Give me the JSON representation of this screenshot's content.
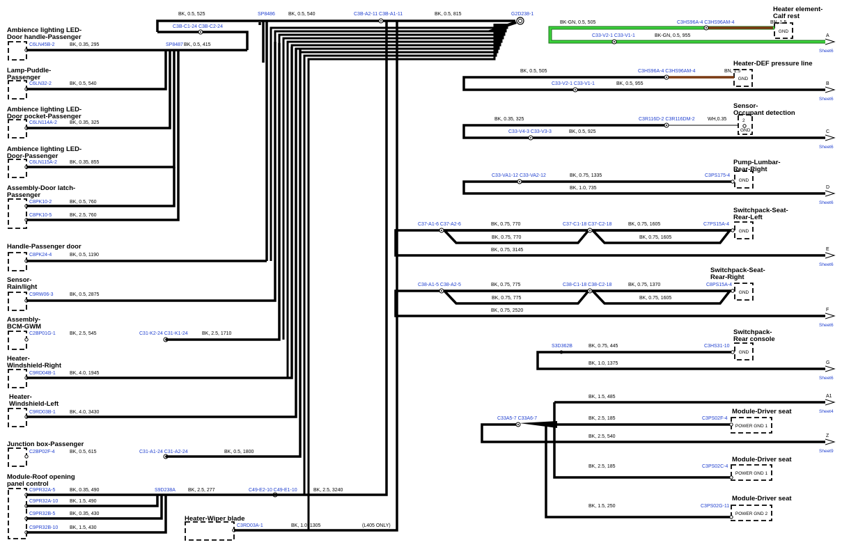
{
  "left_components": [
    {
      "name": "Ambience lighting LED-\nDoor handle-Passenger",
      "conn": "C6LN45B-2",
      "wire": "BK, 0.35, 295"
    },
    {
      "name": "Lamp-Puddle-\nPassenger",
      "conn": "C6LN32-2",
      "wire": "BK, 0.5, 540"
    },
    {
      "name": "Ambience lighting LED-\nDoor pocket-Passenger",
      "conn": "C6LN114A-2",
      "wire": "BK, 0.35, 325"
    },
    {
      "name": "Ambience lighting LED-\nDoor-Passenger",
      "conn": "C6LN115A-2",
      "wire": "BK, 0.35, 855"
    },
    {
      "name": "Assembly-Door latch-\nPassenger",
      "conn": "C8PK10-2",
      "wire": "BK, 0.5, 760",
      "conn2": "C8PK10-5",
      "wire2": "BK, 2.5, 760"
    },
    {
      "name": "Handle-Passenger door",
      "conn": "C8PK24-4",
      "wire": "BK, 0.5, 1190"
    },
    {
      "name": "Sensor-\nRain/light",
      "conn": "C9RW06-3",
      "wire": "BK, 0.5, 2875"
    },
    {
      "name": "Assembly-\nBCM-GWM",
      "conn": "C2BP01G-1",
      "wire": "BK, 2.5, 545",
      "mid_conn": "C31-K2-24  C31-K1-24",
      "wire_b": "BK, 2.5, 1710"
    },
    {
      "name": "Heater-\nWindshield-Right",
      "conn": "C9RD04B-1",
      "wire": "BK, 4.0, 1945"
    },
    {
      "name": "Heater-\nWindshield-Left",
      "conn": "C9RD03B-1",
      "wire": "BK, 4.0, 3430"
    },
    {
      "name": "Junction box-Passenger",
      "conn": "C2BP02F-4",
      "wire": "BK, 0.5, 615",
      "mid_conn": "C31-A1-24  C31-A2-24",
      "wire_b": "BK, 0.5, 1800"
    },
    {
      "name": "Module-Roof opening\npanel control",
      "pins": [
        {
          "conn": "C9PR32A-5",
          "wire": "BK, 0.35, 490"
        },
        {
          "conn": "C9PR32A-10",
          "wire": "BK, 1.5, 490"
        },
        {
          "conn": "C9PR32B-5",
          "wire": "BK, 0.35, 430"
        },
        {
          "conn": "C9PR32B-10",
          "wire": "BK, 1.5, 430"
        }
      ],
      "splice": "S9D238A",
      "wire_c": "BK, 2.5, 277",
      "mid_conn": "C49-E2-10  C49-E1-10",
      "wire_d": "BK, 2.5, 3240"
    },
    {
      "name": "Heater-Wiper blade",
      "conn": "C3RD03A-1",
      "wire": "BK, 1.0, 1305",
      "note": "(L405 ONLY)"
    }
  ],
  "top_bus": {
    "w1": "BK, 0.5, 525",
    "splice1": "SP8486",
    "w2": "BK, 0.5, 540",
    "conn_pair": "C3B-A2-11  C3B-A1-11",
    "w3": "BK, 0.5, 815",
    "ground": "G2D238-1",
    "conn_left": "C3B-C1-24  C3B-C2-24",
    "splice2": "SP8487",
    "w4": "BK, 0.5, 415"
  },
  "right_components": [
    {
      "name": "Heater element-\nCalf rest",
      "gnd": "GND",
      "w_top": "BK-GN, 0.5, 505",
      "conn_top": "C3HS96A-4  C3HS96AM-4",
      "w_brown": "BN, 1.5",
      "conn_bot": "C33-V2-1  C33-V1-1",
      "w_bot": "BK-GN, 0.5, 955",
      "ref": "A",
      "sheet": "Sheet6"
    },
    {
      "name": "Heater-DEF pressure line",
      "gnd": "GND",
      "w_top": "BK, 0.5, 505",
      "conn_top": "C3HS96A-4  C3HS96AM-4",
      "w_brown": "BN, 1.5",
      "conn_bot": "C33-V2-1  C33-V1-1",
      "w_bot": "BK, 0.5, 955",
      "ref": "B",
      "sheet": "Sheet6"
    },
    {
      "name": "Sensor-\nOccupant detection",
      "gnd": "GND",
      "pin": "2",
      "w_top": "BK, 0.35, 325",
      "conn_top": "C3R116D-2  C3R116DM-2",
      "w_extra": "WH,0.35",
      "conn_bot": "C33-V4-3  C33-V3-3",
      "w_bot": "BK, 0.5, 925",
      "ref": "C",
      "sheet": "Sheet6"
    },
    {
      "name": "Pump-Lumbar-\nRear-Right",
      "gnd": "GND",
      "conn_l": "C33-VA1-12  C33-VA2-12",
      "w_top": "BK, 0.75, 1335",
      "conn_r": "C3PS175-4",
      "w_bot": "BK, 1.0, 735",
      "ref": "D",
      "sheet": "Sheet6"
    },
    {
      "name": "Switchpack-Seat-\nRear-Left",
      "gnd": "GND",
      "c1": "C37-A1-6  C37-A2-6",
      "w1": "BK, 0.75, 770",
      "c2": "C37-C1-18  C37-C2-18",
      "w2": "BK, 0.75, 1605",
      "c3": "C7PS15A-4",
      "w3": "BK, 0.75, 770",
      "w4": "BK, 0.75, 1605",
      "w5": "BK, 0.75, 3145",
      "ref": "E",
      "sheet": "Sheet6"
    },
    {
      "name": "Switchpack-Seat-\nRear-Right",
      "gnd": "GND",
      "c1": "C38-A1-5  C38-A2-5",
      "w1": "BK, 0.75, 775",
      "c2": "C38-C1-18  C38-C2-18",
      "w2": "BK, 0.75, 1370",
      "c3": "C8PS15A-4",
      "w3": "BK, 0.75, 775",
      "w4": "BK, 0.75, 1605",
      "w5": "BK, 0.75, 2520",
      "ref": "F",
      "sheet": "Sheet6"
    },
    {
      "name": "Switchpack-\nRear console",
      "gnd": "GND",
      "splice": "S3D362B",
      "w_top": "BK, 0.75, 445",
      "conn": "C3HS31-10",
      "w_bot": "BK, 1.0, 1375",
      "ref": "G",
      "sheet": "Sheet6"
    }
  ],
  "driver_seat": {
    "w_a1": "BK, 1.5, 485",
    "ref_a1": "A1",
    "sheet_a1": "Sheet4",
    "conn_pair": "C33A5-7  C33A6-7",
    "m1": {
      "name": "Module-Driver seat",
      "conn": "C3PS02F-4",
      "wire": "BK, 2.5, 185",
      "gnd": "POWER GND 1"
    },
    "w_z": "BK, 2.5, 540",
    "ref_z": "Z",
    "sheet_z": "Sheet9",
    "m2": {
      "name": "Module-Driver seat",
      "conn": "C3PS02C-4",
      "wire": "BK, 2.5, 185",
      "gnd": "POWER GND 1"
    },
    "m3": {
      "name": "Module-Driver seat",
      "conn": "C3PS02G-11",
      "wire": "BK, 1.5, 250",
      "gnd": "POWER GND 2"
    }
  }
}
